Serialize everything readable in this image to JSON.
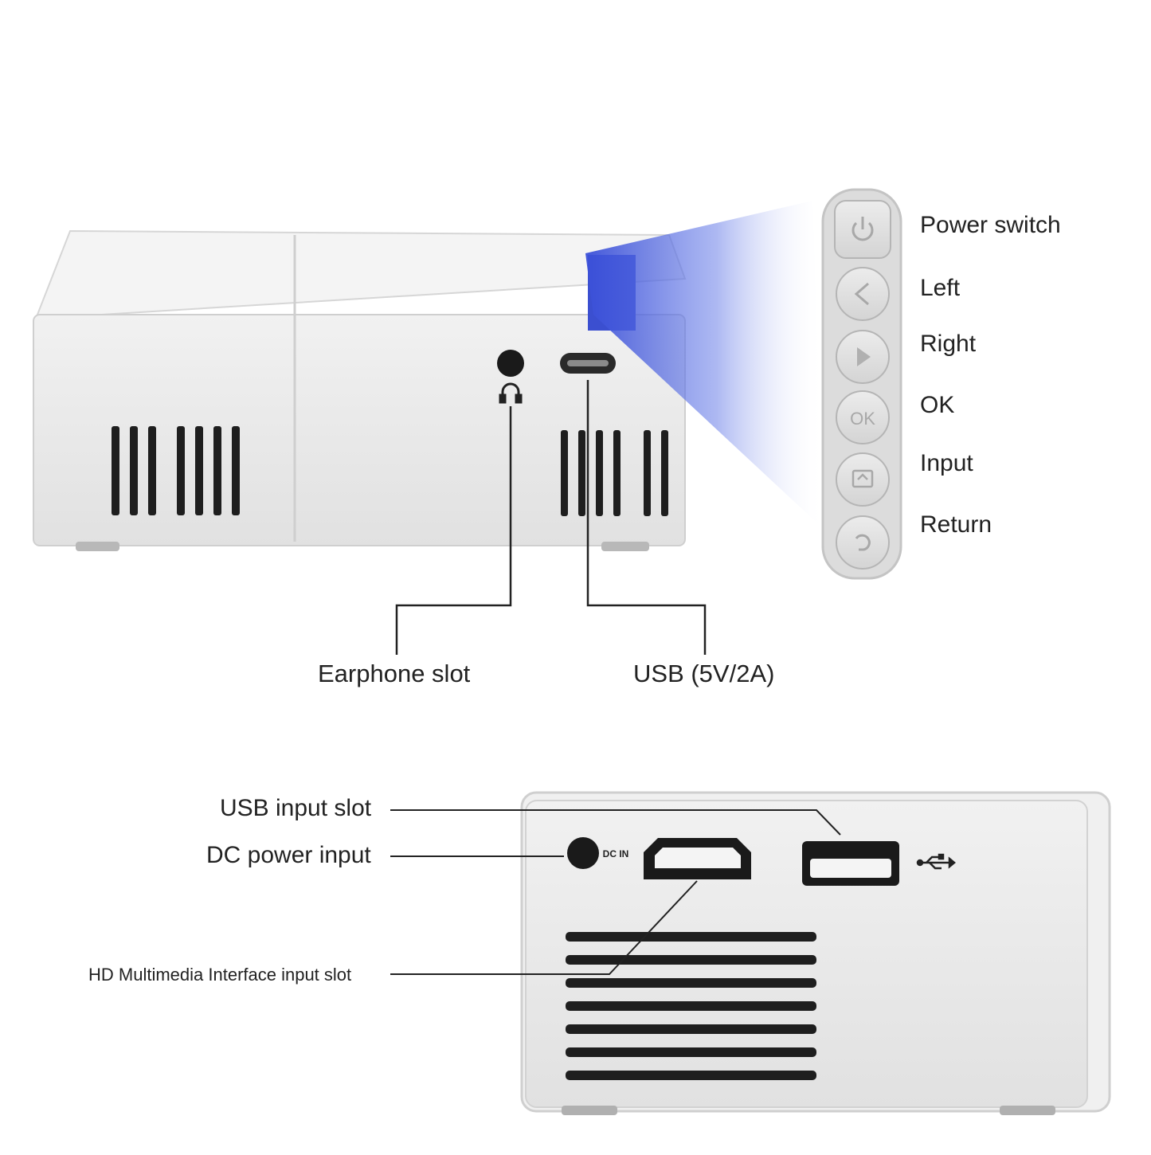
{
  "top_device": {
    "labels": {
      "earphone": "Earphone slot",
      "usb_c": "USB (5V/2A)"
    },
    "buttons": [
      {
        "label": "Power switch",
        "icon": "power-icon"
      },
      {
        "label": "Left",
        "icon": "chevron-left-icon"
      },
      {
        "label": "Right",
        "icon": "play-right-icon"
      },
      {
        "label": "OK",
        "icon": "ok-text-icon"
      },
      {
        "label": "Input",
        "icon": "input-source-icon"
      },
      {
        "label": "Return",
        "icon": "return-icon"
      }
    ],
    "button_glyphs": {
      "ok": "OK"
    }
  },
  "bottom_device": {
    "labels": {
      "usb_input": "USB input slot",
      "dc_power": "DC power input",
      "hdmi": "HD Multimedia Interface input slot"
    },
    "dc_marking": "DC IN"
  },
  "colors": {
    "body": "#e6e6e6",
    "body_light": "#f2f2f2",
    "edge": "#c8c8c8",
    "vent": "#1e1e1e",
    "beam": "#4a5fe0",
    "leader": "#222222"
  }
}
